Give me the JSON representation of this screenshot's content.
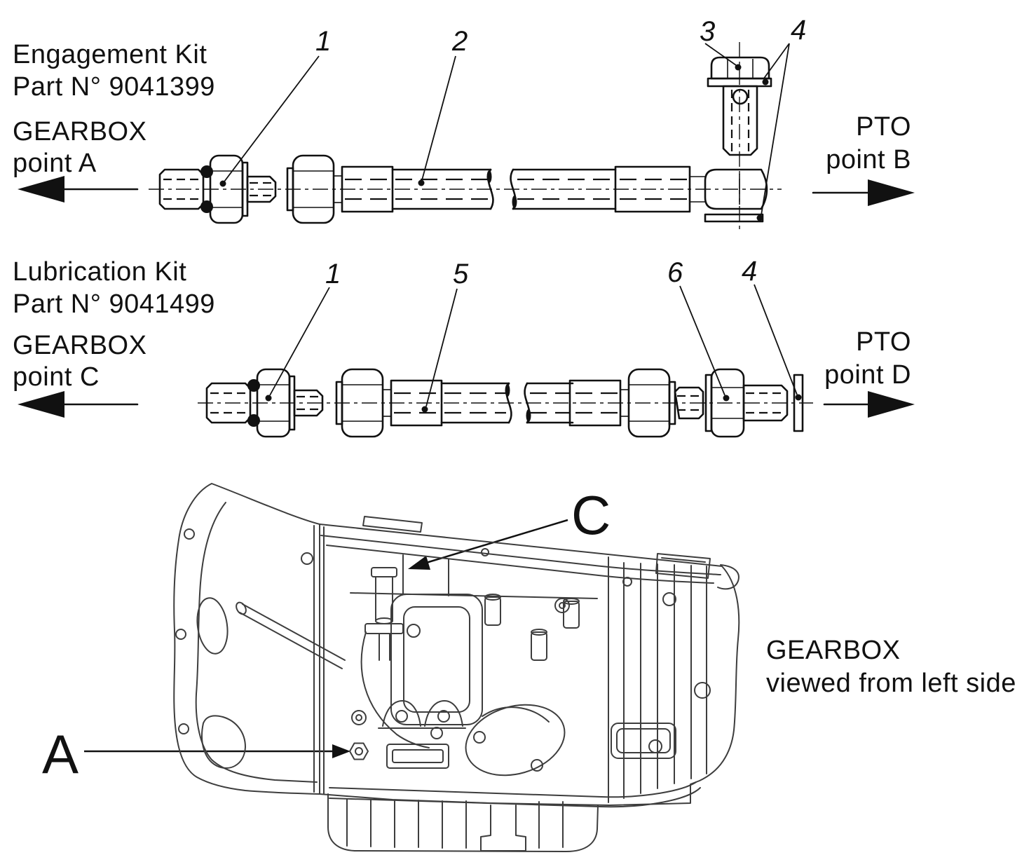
{
  "engagement_kit": {
    "title": "Engagement Kit",
    "part_no": "Part N° 9041399",
    "gearbox_point": {
      "line1": "GEARBOX",
      "line2": "point A"
    },
    "pto_point": {
      "line1": "PTO",
      "line2": "point B"
    },
    "callouts": {
      "adapter_fitting": "1",
      "hose": "2",
      "banjo_bolt": "3",
      "washers": "4"
    }
  },
  "lubrication_kit": {
    "title": "Lubrication Kit",
    "part_no": "Part N° 9041499",
    "gearbox_point": {
      "line1": "GEARBOX",
      "line2": "point C"
    },
    "pto_point": {
      "line1": "PTO",
      "line2": "point D"
    },
    "callouts": {
      "adapter_fitting": "1",
      "hose": "5",
      "union": "6",
      "washer": "4"
    }
  },
  "gearbox_view": {
    "caption_line1": "GEARBOX",
    "caption_line2": "viewed from left side",
    "point_a": "A",
    "point_c": "C"
  },
  "colors": {
    "ink": "#111111",
    "drawing": "#3d3d3d",
    "background": "#ffffff"
  }
}
